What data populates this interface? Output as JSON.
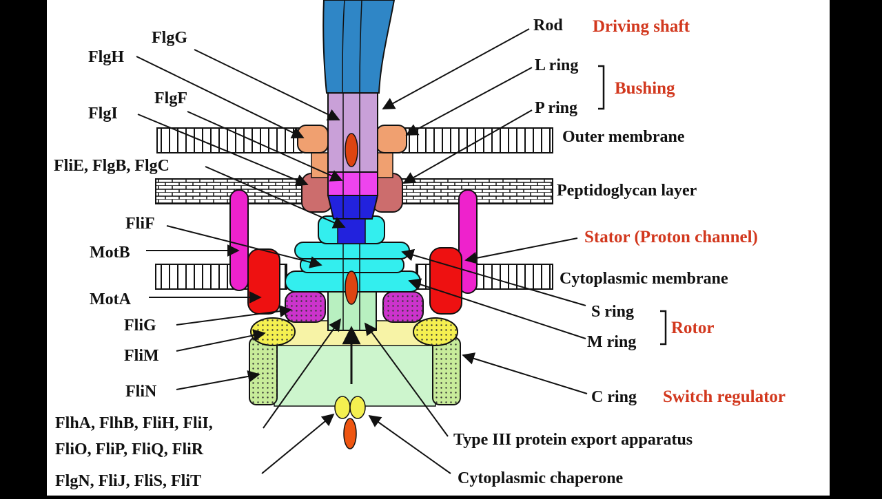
{
  "labels": {
    "flgg": "FlgG",
    "flgh": "FlgH",
    "flgf": "FlgF",
    "flgi": "FlgI",
    "flie_flgb_flgc": "FliE, FlgB, FlgC",
    "flif": "FliF",
    "motb": "MotB",
    "mota": "MotA",
    "flig": "FliG",
    "flim": "FliM",
    "flin": "FliN",
    "export_line1": "FlhA, FlhB, FliH, FliI,",
    "export_line2": "FliO, FliP, FliQ, FliR",
    "chaperones": "FlgN, FliJ, FliS, FliT",
    "rod": "Rod",
    "l_ring": "L ring",
    "p_ring": "P ring",
    "outer_membrane": "Outer membrane",
    "peptidoglycan": "Peptidoglycan layer",
    "cytoplasmic_membrane": "Cytoplasmic membrane",
    "s_ring": "S ring",
    "m_ring": "M ring",
    "c_ring": "C ring",
    "type3": "Type III protein export apparatus",
    "cyto_chaperone": "Cytoplasmic chaperone"
  },
  "roles": {
    "driving_shaft": "Driving shaft",
    "bushing": "Bushing",
    "stator": "Stator (Proton channel)",
    "rotor": "Rotor",
    "switch": "Switch regulator"
  },
  "colors": {
    "hook": "#2f86c6",
    "rod": "#c9a0d8",
    "proximal_rod": "#ee44ee",
    "ms_core": "#2222dd",
    "ms_ring": "#33eeee",
    "l_ring": "#f0a070",
    "p_ring": "#cc6d6d",
    "motb": "#ee22cc",
    "mota": "#ee1111",
    "flig": "#cc33cc",
    "flim": "#f5f050",
    "flin": "#c8ec9a",
    "c_ring_body": "#cdf5cd",
    "label_red": "#d2381e"
  }
}
